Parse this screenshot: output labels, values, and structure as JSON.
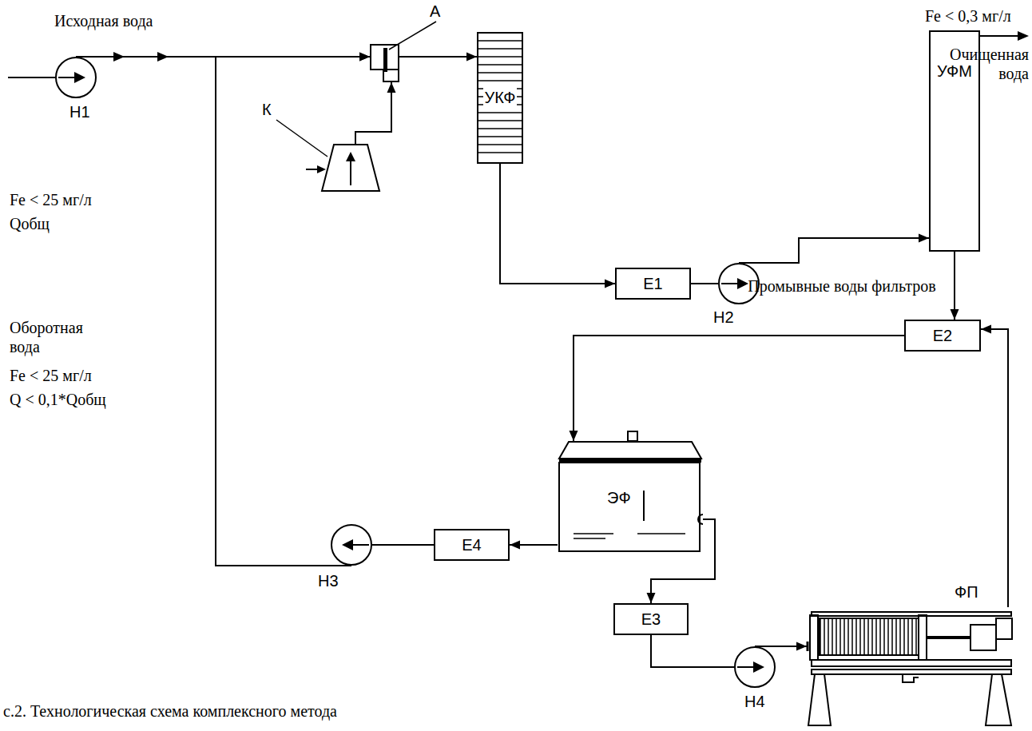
{
  "diagram": {
    "caption": "с.2. Технологическая схема комплексного метода",
    "nodes": [
      {
        "text": [
          "Н1"
        ]
      },
      {
        "text": [
          "А"
        ]
      },
      {
        "text": [
          "К"
        ]
      },
      {
        "text": [
          "УКФ"
        ]
      },
      {
        "text": [
          "УФМ"
        ]
      },
      {
        "text": [
          "Е1"
        ]
      },
      {
        "text": [
          "Н2"
        ]
      },
      {
        "text": [
          "Е2"
        ]
      },
      {
        "text": [
          "ЭФ"
        ]
      },
      {
        "text": [
          "Е4"
        ]
      },
      {
        "text": [
          "Н3"
        ]
      },
      {
        "text": [
          "Е3"
        ]
      },
      {
        "text": [
          "Н4"
        ]
      },
      {
        "text": [
          "ФП"
        ]
      }
    ],
    "edges": [
      {
        "from": 0,
        "to": 1,
        "arrow": "to"
      },
      {
        "from": 10,
        "to": 1,
        "arrow": "to"
      },
      {
        "from": 2,
        "to": 1,
        "arrow": "to"
      },
      {
        "from": 1,
        "to": 3,
        "arrow": "to"
      },
      {
        "from": 3,
        "to": 5,
        "arrow": "to"
      },
      {
        "from": 5,
        "to": 6,
        "arrow": "none"
      },
      {
        "from": 6,
        "to": 4,
        "arrow": "to"
      },
      {
        "from": 4,
        "to": 7,
        "arrow": "to"
      },
      {
        "from": 13,
        "to": 7,
        "arrow": "to"
      },
      {
        "from": 7,
        "to": 8,
        "arrow": "to"
      },
      {
        "from": 8,
        "to": 9,
        "arrow": "to"
      },
      {
        "from": 9,
        "to": 10,
        "arrow": "none"
      },
      {
        "from": 8,
        "to": 11,
        "arrow": "to"
      },
      {
        "from": 11,
        "to": 12,
        "arrow": "none"
      },
      {
        "from": 12,
        "to": 13,
        "arrow": "to"
      }
    ],
    "labels": [
      "Исходная вода",
      "Fe < 25 мг/л",
      "Qобщ",
      "Fe < 0,3 мг/л",
      "Очищенная вода",
      "Промывные воды фильтров",
      "Оборотная вода",
      "Fe < 25 мг/л",
      "Q < 0,1*Qобщ"
    ]
  }
}
